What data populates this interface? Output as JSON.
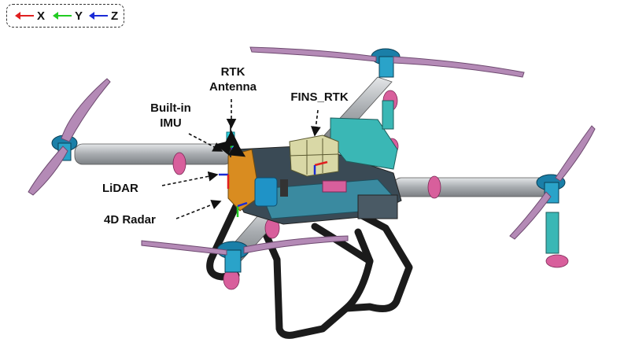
{
  "legend": {
    "x": {
      "label": "X",
      "color": "#e02020"
    },
    "y": {
      "label": "Y",
      "color": "#22cc22"
    },
    "z": {
      "label": "Z",
      "color": "#1a2bd6"
    }
  },
  "callouts": {
    "rtk_antenna": {
      "line1": "RTK",
      "line2": "Antenna"
    },
    "fins_rtk": "FINS_RTK",
    "imu": {
      "line1": "Built-in",
      "line2": "IMU"
    },
    "lidar": "LiDAR",
    "radar": "4D Radar"
  },
  "colors": {
    "propeller": "#b48ab6",
    "arm": "#b8bcbf",
    "motor_pod": "#1a7fa8",
    "frame_teal": "#3ab7b5",
    "frame_dark": "#3a4a55",
    "landing_gear": "#222222",
    "mount_pink": "#d85f9c",
    "fins_box": "#d9d8a6"
  }
}
